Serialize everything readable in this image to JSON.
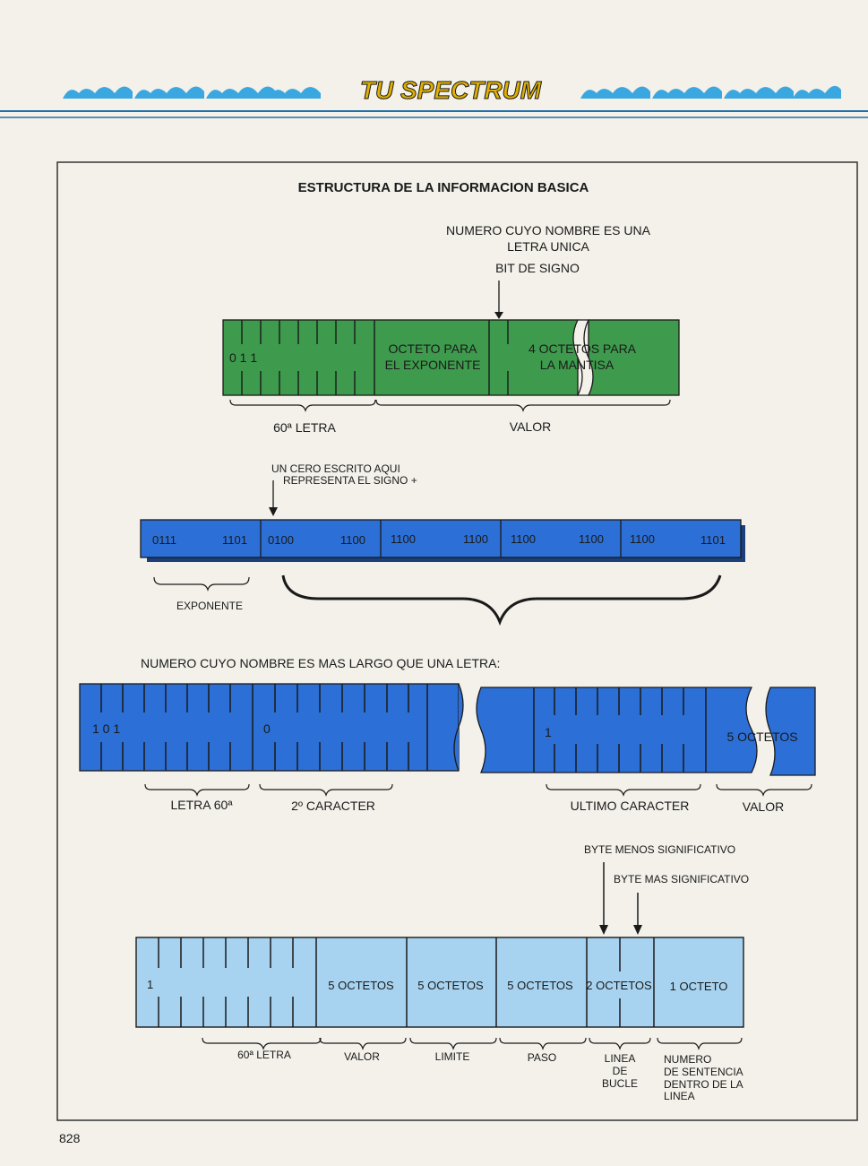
{
  "header": {
    "title": "TU SPECTRUM",
    "rule_color": "#1f6fa8",
    "decor_color": "#3aa7e0"
  },
  "diagram": {
    "title": "ESTRUCTURA DE LA INFORMACION BASICA",
    "section1": {
      "caption_line1": "NUMERO CUYO NOMBRE ES UNA",
      "caption_line2": "LETRA UNICA",
      "sign_bit_label": "BIT DE SIGNO",
      "bits": "0 1 1",
      "exponent_line1": "OCTETO PARA",
      "exponent_line2": "EL EXPONENTE",
      "mantissa_line1": "4 OCTETOS PARA",
      "mantissa_line2": "LA MANTISA",
      "label_letter": "60ª LETRA",
      "label_value": "VALOR",
      "color": "#3e9a4c"
    },
    "section2": {
      "note_line1": "UN CERO ESCRITO AQUI",
      "note_line2": "REPRESENTA EL SIGNO +",
      "cells": [
        {
          "left": "0111",
          "right": "1101"
        },
        {
          "left": "0100",
          "right": "1100"
        },
        {
          "left": "1100",
          "right": "1100"
        },
        {
          "left": "1100",
          "right": "1100"
        },
        {
          "left": "1100",
          "right": "1101"
        }
      ],
      "label_exponent": "EXPONENTE",
      "color": "#2c6fd6"
    },
    "section3": {
      "caption": "NUMERO CUYO NOMBRE ES MAS LARGO QUE UNA LETRA:",
      "bits_first": "1 0 1",
      "bit_second": "0",
      "bit_last": "1",
      "value_text": "5 OCTETOS",
      "label_letter": "LETRA 60ª",
      "label_second": "2º CARACTER",
      "label_last": "ULTIMO CARACTER",
      "label_value": "VALOR",
      "color": "#2c6fd6"
    },
    "section4": {
      "byte_low_label": "BYTE MENOS SIGNIFICATIVO",
      "byte_high_label": "BYTE MAS SIGNIFICATIVO",
      "bit": "1",
      "cells": [
        "5 OCTETOS",
        "5 OCTETOS",
        "5 OCTETOS",
        "2 OCTETOS",
        "1 OCTETO"
      ],
      "label_letter": "60ª LETRA",
      "label_value": "VALOR",
      "label_limit": "LIMITE",
      "label_step": "PASO",
      "label_line_l1": "LINEA",
      "label_line_l2": "DE",
      "label_line_l3": "BUCLE",
      "label_stmt_l1": "NUMERO",
      "label_stmt_l2": "DE SENTENCIA",
      "label_stmt_l3": "DENTRO DE LA",
      "label_stmt_l4": "LINEA",
      "color": "#a7d3f0"
    }
  },
  "footer": {
    "page_number": "828"
  }
}
